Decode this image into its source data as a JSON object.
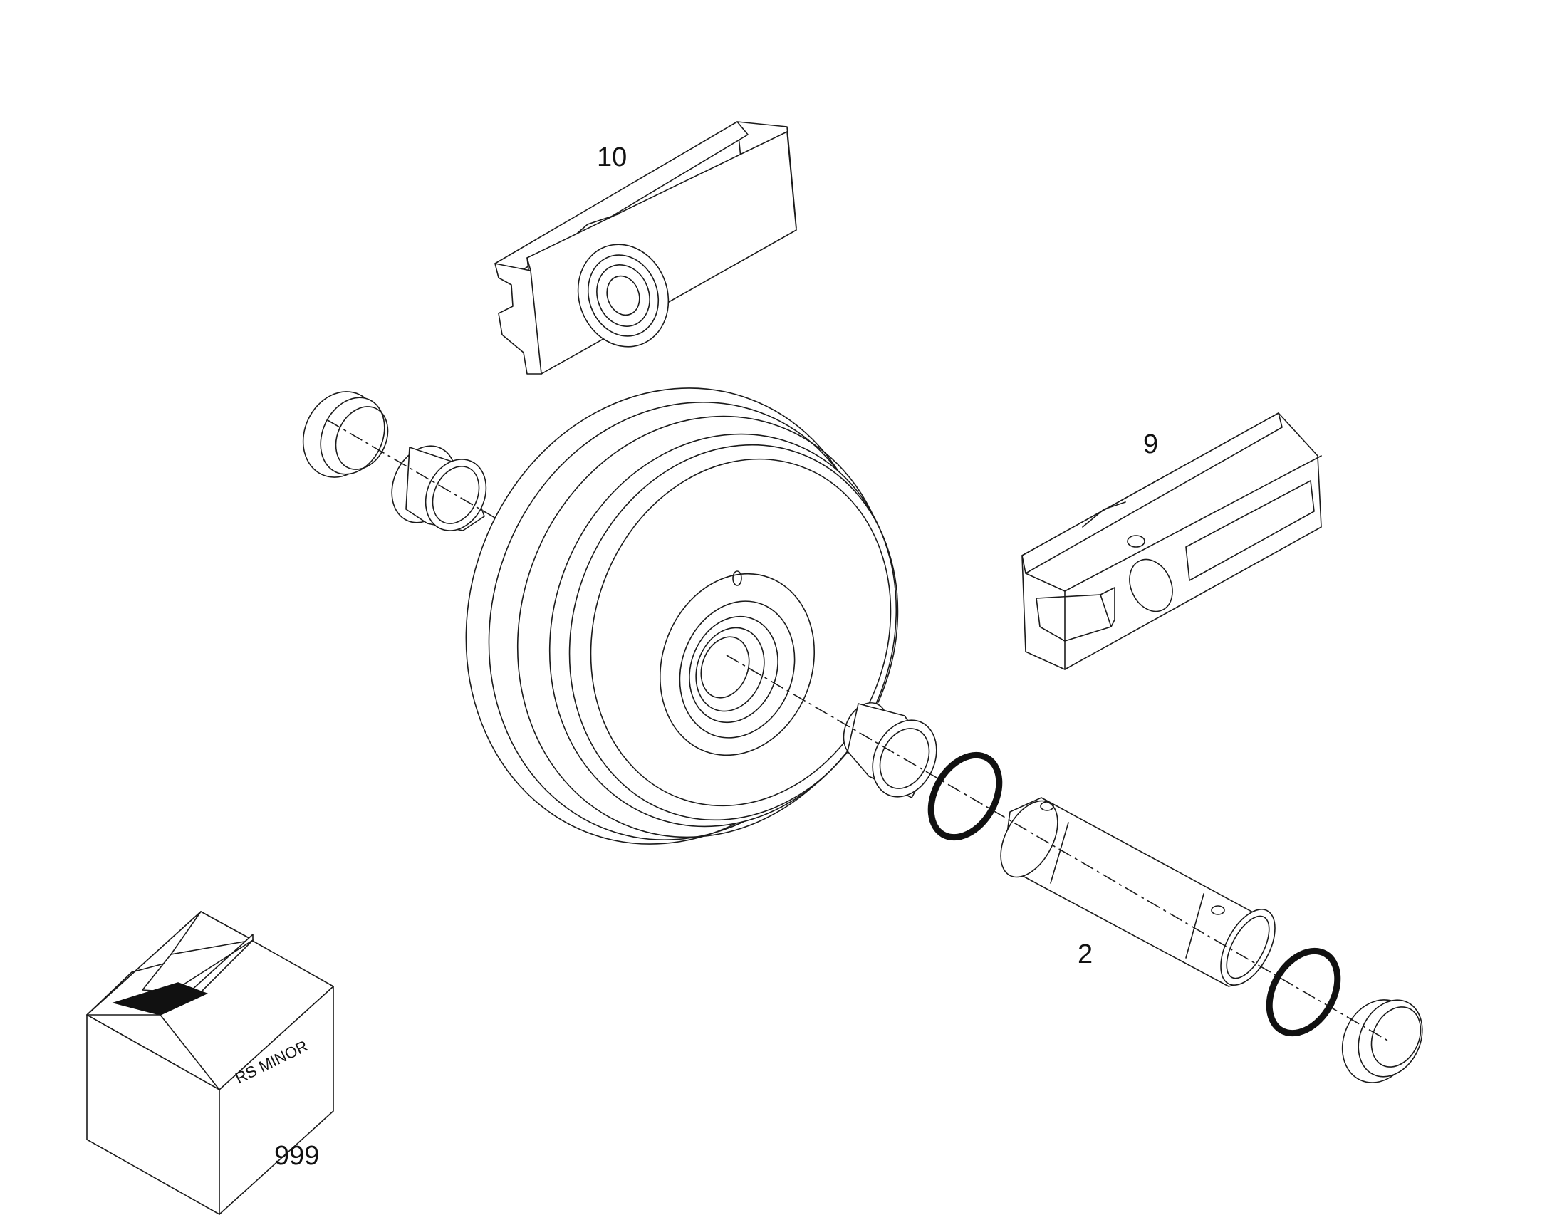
{
  "diagram": {
    "callouts": {
      "part_10": "10",
      "part_9": "9",
      "part_2": "2",
      "part_999": "999"
    },
    "kit_box_label": "RS MINOR"
  }
}
